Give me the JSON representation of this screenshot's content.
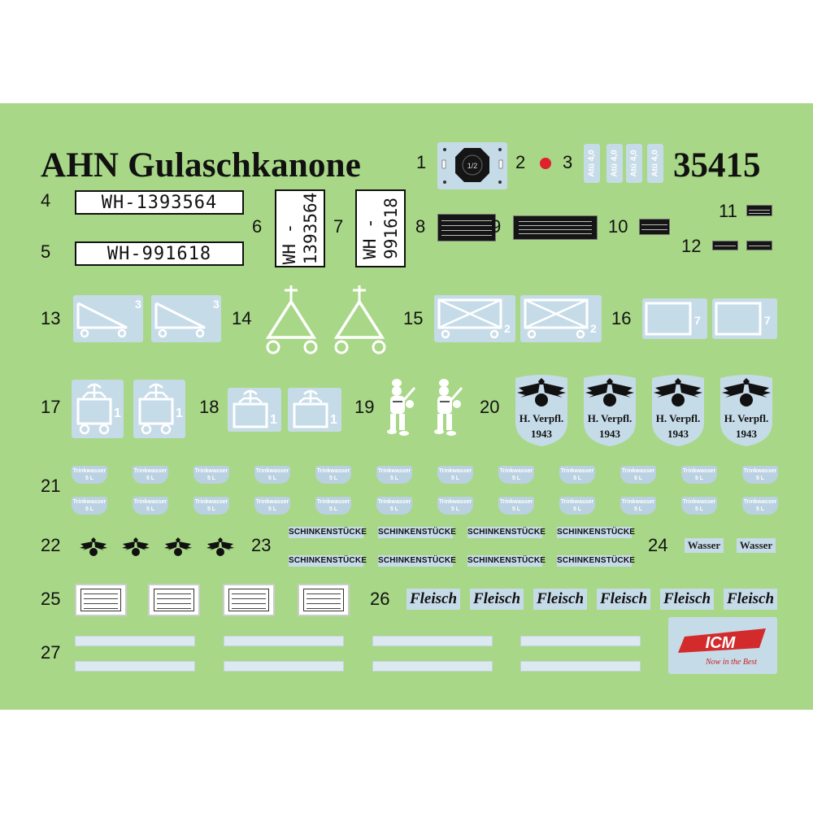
{
  "sheet": {
    "title": "AHN Gulaschkanone",
    "catalog_number": "35415",
    "background_color": "#a8d787"
  },
  "decal_numbers": {
    "n1": "1",
    "n2": "2",
    "n3": "3",
    "n4": "4",
    "n5": "5",
    "n6": "6",
    "n7": "7",
    "n8": "8",
    "n9": "9",
    "n10": "10",
    "n11": "11",
    "n12": "12",
    "n13": "13",
    "n14": "14",
    "n15": "15",
    "n16": "16",
    "n17": "17",
    "n18": "18",
    "n19": "19",
    "n20": "20",
    "n21": "21",
    "n22": "22",
    "n23": "23",
    "n24": "24",
    "n25": "25",
    "n26": "26",
    "n27": "27"
  },
  "decal_1": {
    "label": "1/2"
  },
  "decal_3": {
    "text": "Atü 4,0"
  },
  "plates": {
    "plate_4": "WH-1393564",
    "plate_5": "WH-991618",
    "plate_6": "WH -\n1393564",
    "plate_7": "WH -\n991618"
  },
  "tactical_markings": {
    "mark_13": "3",
    "mark_15": "2",
    "mark_16": "7",
    "mark_17": "1",
    "mark_18": "1"
  },
  "unit_emblem_20": {
    "line1": "H. Verpfl.",
    "line2": "1943"
  },
  "trinkwasser": {
    "line1": "Trinkwasser",
    "line2": "5 L"
  },
  "schinken": {
    "text": "SCHINKENSTÜCKE"
  },
  "wasser": {
    "text": "Wasser"
  },
  "fleisch": {
    "text": "Fleisch"
  },
  "brand": {
    "logo": "ICM",
    "slogan": "Now in the Best"
  },
  "colors": {
    "decal_blue": "#c6dbe8",
    "logo_red": "#d32b2b",
    "red_dot": "#e0202c"
  },
  "icons": {
    "eagle": "eagle-icon",
    "wheel": "wheel-icon",
    "chef": "chef-figure-icon",
    "ringed_cross": "ringed-cross-icon"
  }
}
